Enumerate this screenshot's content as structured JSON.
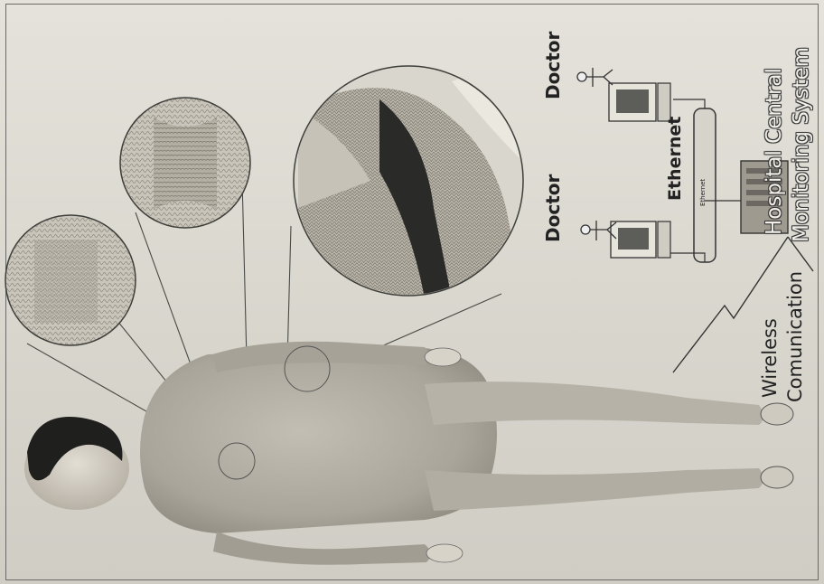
{
  "labels": {
    "doctor_1": "Doctor",
    "doctor_2": "Doctor",
    "ethernet": "Ethernet",
    "ethernet_cable_text": "Ethernet",
    "wireless_line1": "Wireless",
    "wireless_line2": "Comunication",
    "hospital_line1": "Hospital Central",
    "hospital_line2": "Monitoring System"
  },
  "colors": {
    "background": "#d9d7cf",
    "suit": "#b4b0a6",
    "ink": "#222222"
  }
}
